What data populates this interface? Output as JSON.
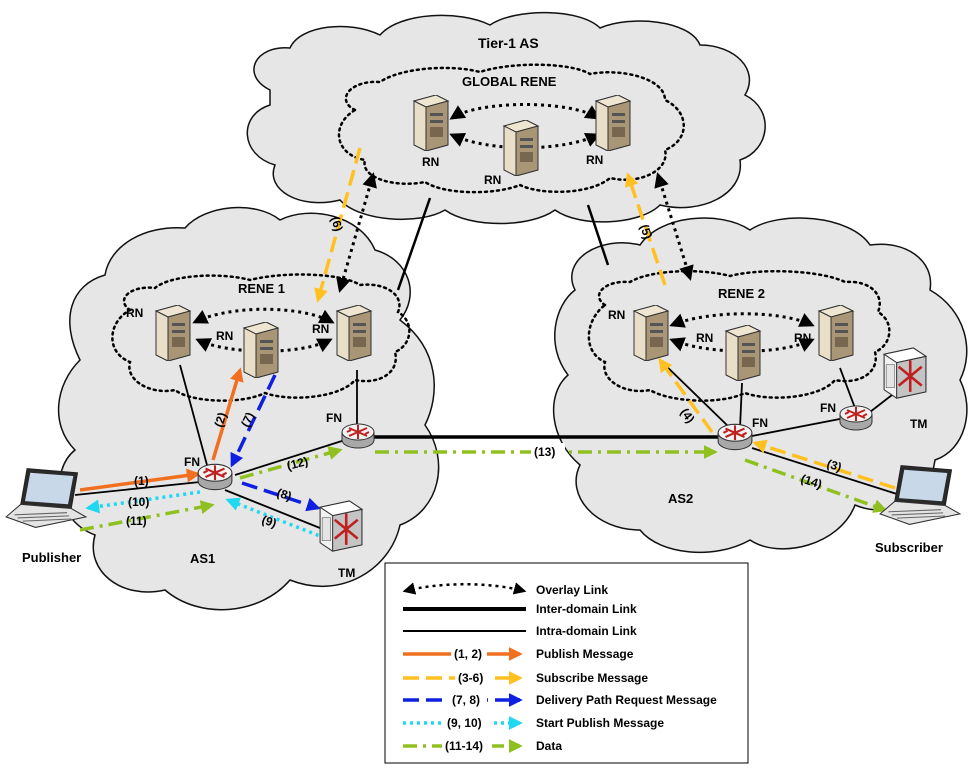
{
  "clouds": {
    "tier1": "Tier-1 AS",
    "as1": "AS1",
    "as2": "AS2"
  },
  "overlays": {
    "global": "GLOBAL RENE",
    "rene1": "RENE 1",
    "rene2": "RENE 2"
  },
  "node_labels": {
    "rn": "RN",
    "fn": "FN",
    "tm": "TM"
  },
  "endpoints": {
    "publisher": "Publisher",
    "subscriber": "Subscriber"
  },
  "steps": {
    "s1": "(1)",
    "s2": "(2)",
    "s3": "(3)",
    "s4": "(4)",
    "s5": "(5)",
    "s6": "(6)",
    "s7": "(7)",
    "s8": "(8)",
    "s9": "(9)",
    "s10": "(10)",
    "s11": "(11)",
    "s12": "(12)",
    "s13": "(13)",
    "s14": "(14)"
  },
  "legend": {
    "overlay": "Overlay Link",
    "inter": "Inter-domain Link",
    "intra": "Intra-domain Link",
    "publish_num": "(1, 2)",
    "publish": "Publish Message",
    "subscribe_num": "(3-6)",
    "subscribe": "Subscribe Message",
    "delivery_num": "(7, 8)",
    "delivery": "Delivery Path Request Message",
    "start_num": "(9, 10)",
    "start": "Start Publish Message",
    "data_num": "(11-14)",
    "data": "Data"
  },
  "colors": {
    "publish": "#f07020",
    "subscribe": "#ffc020",
    "delivery": "#1020e0",
    "start": "#20d8f0",
    "data": "#90c020",
    "cloud": "#e6e6e6"
  }
}
